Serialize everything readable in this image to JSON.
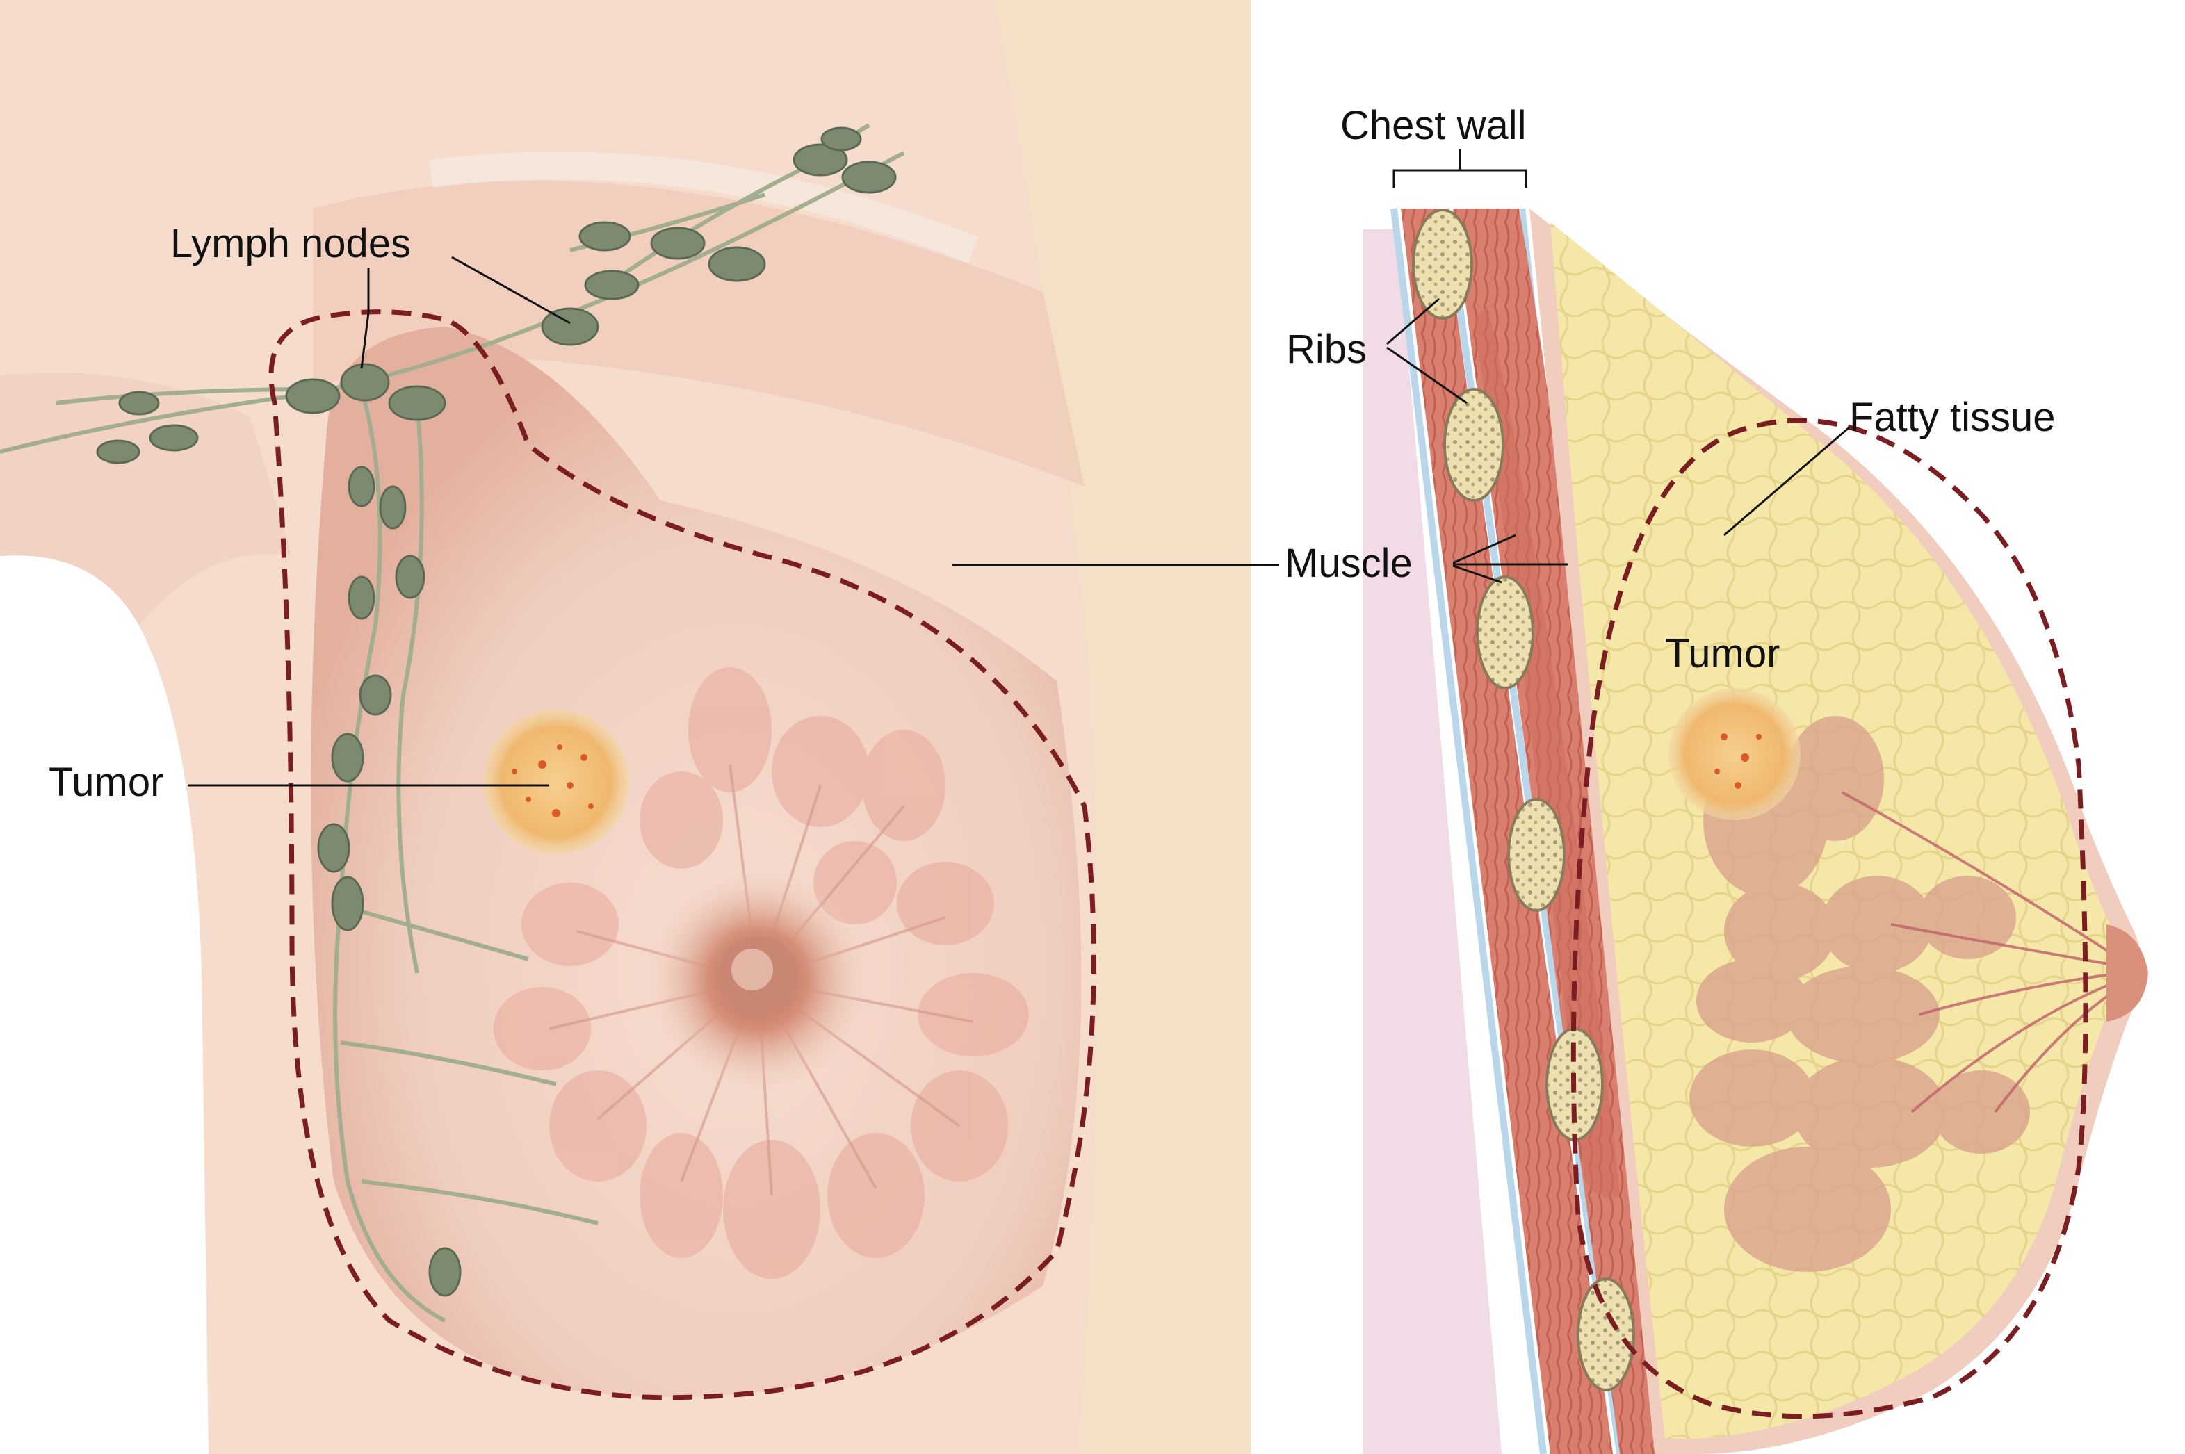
{
  "labels": {
    "lymph_nodes": "Lymph nodes",
    "tumor_front": "Tumor",
    "chest_wall": "Chest wall",
    "ribs": "Ribs",
    "muscle": "Muscle",
    "fatty_tissue": "Fatty tissue",
    "tumor_side": "Tumor"
  },
  "colors": {
    "skin": "#f4d9cc",
    "skin_dark": "#e6b8a4",
    "tissue": "#ecc4b8",
    "lymph": "#7a8a70",
    "lymph_vessel": "#9aa68a",
    "dashed_outline": "#7a1e22",
    "tumor": "#f2c07a",
    "tumor_dot": "#d85a2a",
    "fat": "#f3e6a8",
    "muscle": "#d9786a",
    "rib": "#efe3b4",
    "membrane": "#b9d6ea"
  }
}
